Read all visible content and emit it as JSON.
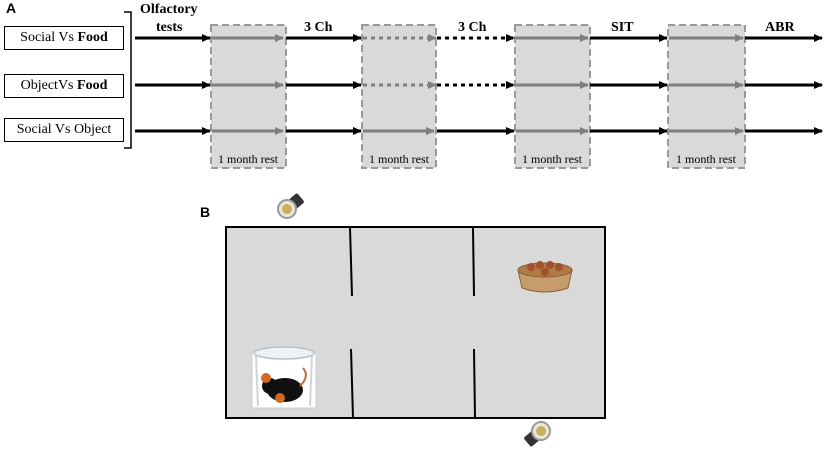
{
  "panel_a": {
    "letter": "A",
    "groups": [
      {
        "prefix": "Social Vs ",
        "bold": "Food"
      },
      {
        "prefix": "ObjectVs ",
        "bold": "Food"
      },
      {
        "prefix": "Social Vs Object",
        "bold": ""
      }
    ],
    "timeline_labels": {
      "olfactory": "Olfactory",
      "tests": "tests",
      "three_ch_1": "3 Ch",
      "three_ch_2": "3 Ch",
      "sit": "SIT",
      "abr": "ABR"
    },
    "rest_periods": [
      "1 month rest",
      "1 month rest",
      "1 month rest",
      "1 month rest"
    ]
  },
  "panel_b": {
    "letter": "B",
    "icons": [
      "camera-icon",
      "camera-icon",
      "food-bowl-icon",
      "mouse-under-cup-icon"
    ]
  }
}
